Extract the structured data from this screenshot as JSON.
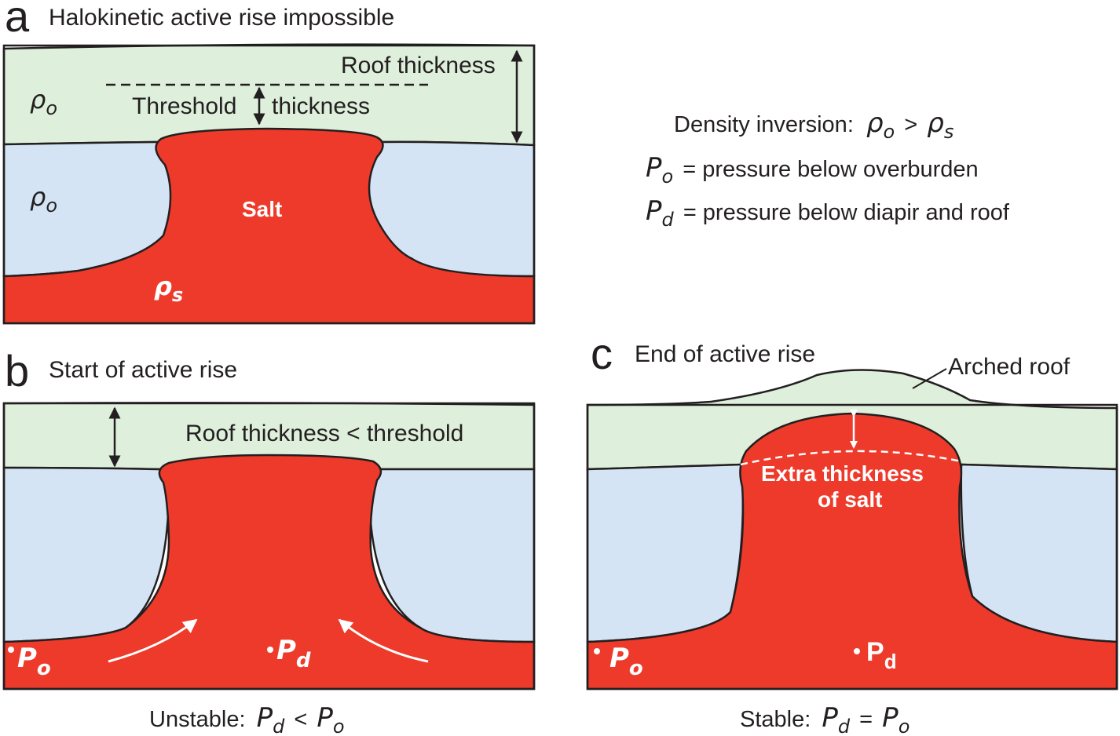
{
  "colors": {
    "overburden_green": "#deefdc",
    "overburden_blue": "#d4e4f4",
    "salt_red": "#ee3a2a",
    "outline": "#231f20",
    "white": "#ffffff"
  },
  "panel_a": {
    "letter": "a",
    "title": "Halokinetic active rise impossible",
    "roof_thickness": "Roof thickness",
    "threshold": "Threshold",
    "thickness": "thickness",
    "rho": "ρ",
    "rho_sub_o": "o",
    "rho_sub_s": "s",
    "salt": "Salt"
  },
  "legend": {
    "density_inversion": "Density inversion:",
    "rho": "ρ",
    "sub_o": "o",
    "sub_s": "s",
    "gt": ">",
    "P": "P",
    "sub_d": "d",
    "po_def": "= pressure below overburden",
    "pd_def": "= pressure below diapir and roof"
  },
  "panel_b": {
    "letter": "b",
    "title": "Start of active rise",
    "roof_label": "Roof thickness < threshold",
    "P": "P",
    "sub_o": "o",
    "sub_d": "d",
    "caption_prefix": "Unstable:",
    "caption_op": "<"
  },
  "panel_c": {
    "letter": "c",
    "title": "End of active rise",
    "arched_roof": "Arched roof",
    "extra_line1": "Extra thickness",
    "extra_line2": "of salt",
    "P": "P",
    "sub_o": "o",
    "sub_d": "d",
    "caption_prefix": "Stable:",
    "caption_op": "="
  }
}
